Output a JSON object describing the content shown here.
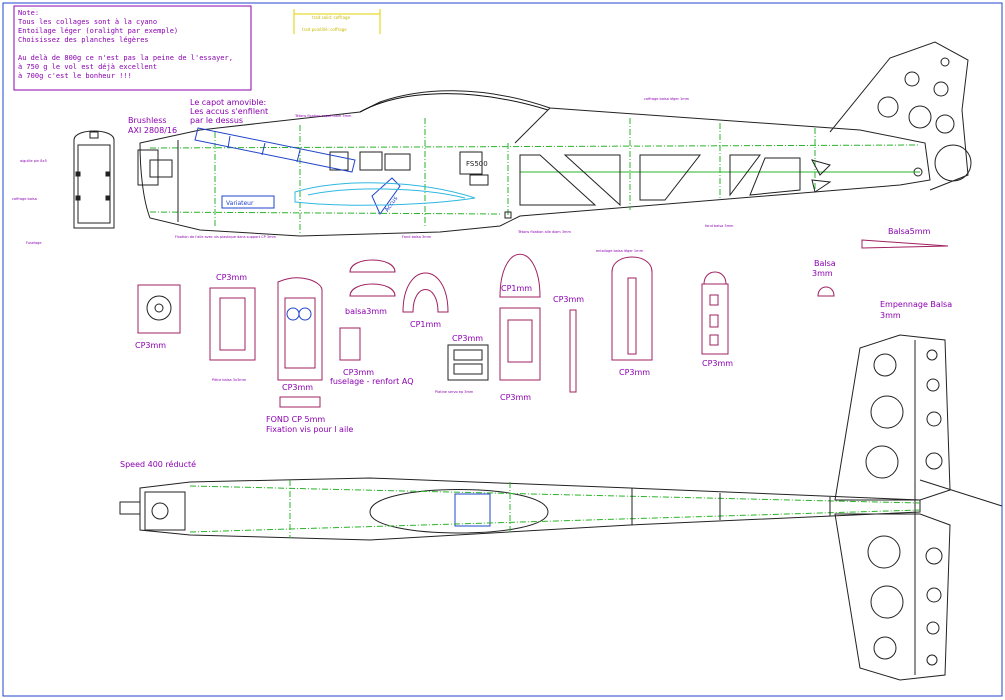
{
  "notes": {
    "lines": [
      "Note:",
      "Tous les collages sont à la cyano",
      "Entoilage léger (oralight par exemple)",
      "Choisissez des planches légères",
      "",
      "Au delà de 800g ce n'est pas la peine de l'essayer,",
      "à 750 g le vol est déjà excellent",
      "à 700g c'est le bonheur !!!"
    ]
  },
  "labels": {
    "capot": [
      "Le capot amovible:",
      "Les accus s'enfilent",
      "par le dessus"
    ],
    "brushless": [
      "Brushless",
      "AXI 2808/16"
    ],
    "variateur": "Variateur",
    "fs500": "FS500",
    "accus": "Accus",
    "cp3_a": "CP3mm",
    "cp3_b": "CP3mm",
    "cp3_c": "CP3mm",
    "cp3_d": "CP3mm",
    "cp3_e": "CP3mm",
    "cp3_f": "CP3mm",
    "cp3_g": "CP3mm",
    "cp3_h": "CP3mm",
    "cp3_i": "CP3mm",
    "balsa3": "balsa3mm",
    "cp1_a": "CP1mm",
    "cp1_b": "CP1mm",
    "fuselage_renfort": "fuselage - renfort AQ",
    "fond": [
      "FOND CP 5mm",
      "Fixation vis pour l aile"
    ],
    "balsa5": "Balsa5mm",
    "balsa3_tail": [
      "Balsa",
      "3mm"
    ],
    "empennage": [
      "Empennage   Balsa",
      "3mm"
    ],
    "speed": "Speed 400 réducté"
  },
  "small_labels": {
    "top_legend_1": "trait solid: coffrage",
    "top_legend_2": "trait pointillé: coffrage",
    "aiguille": "aiguille pin 8x5",
    "coffrage_balsa": "coffrage balsa",
    "fuselage_lbl": "Fuselage",
    "tetons": "Tétons fixation capot diam 3mm",
    "fixation_aile": "Fixation de l'aile avec vis plastique dans support CP 3mm",
    "fond_balsa": "Fond balsa 3mm",
    "tetons2": "Tétons fixation aile diam 3mm",
    "coffrage_dessus": "coffrage balsa léger 1mm",
    "fond_balsa2": "fond balsa 3mm",
    "entoilage": "entoilage balsa léger 1mm",
    "piece_balsa": "Pièce balsa 3x3mm",
    "platine": "Platine servo ep 3mm"
  }
}
